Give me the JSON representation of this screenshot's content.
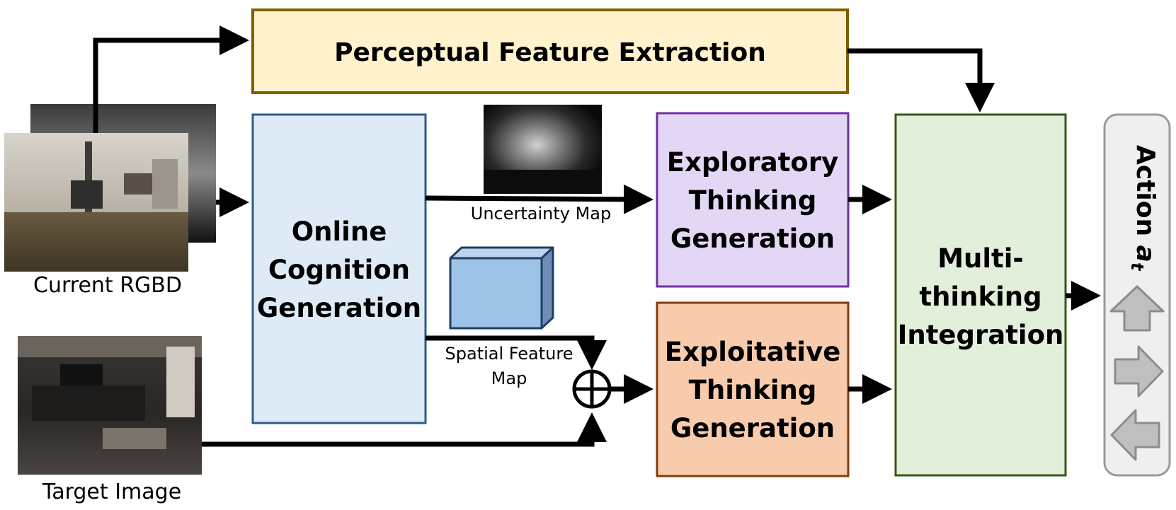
{
  "blocks": {
    "perceptual": {
      "label": "Perceptual Feature Extraction",
      "fill": "#FFF2CC",
      "stroke": "#7F6000"
    },
    "online_cognition": {
      "lines": [
        "Online",
        "Cognition",
        "Generation"
      ],
      "fill": "#DEEBF7",
      "stroke": "#2E5C8A"
    },
    "exploratory": {
      "lines": [
        "Exploratory",
        "Thinking",
        "Generation"
      ],
      "fill": "#E4D7F5",
      "stroke": "#7030A0"
    },
    "exploitative": {
      "lines": [
        "Exploitative",
        "Thinking",
        "Generation"
      ],
      "fill": "#F8CBAD",
      "stroke": "#843C0C"
    },
    "integration": {
      "lines": [
        "Multi-",
        "thinking",
        "Integration"
      ],
      "fill": "#E2EFDA",
      "stroke": "#38571A"
    }
  },
  "inputs": {
    "current_rgbd": "Current RGBD",
    "target_image": "Target Image"
  },
  "intermediate": {
    "uncertainty_map": "Uncertainty Map",
    "spatial_feature_map_line1": "Spatial Feature",
    "spatial_feature_map_line2": "Map"
  },
  "action_panel": {
    "label": "Action",
    "symbol": "a",
    "subscript": "t",
    "icons": [
      "up-arrow-icon",
      "right-arrow-icon",
      "left-arrow-icon"
    ]
  }
}
